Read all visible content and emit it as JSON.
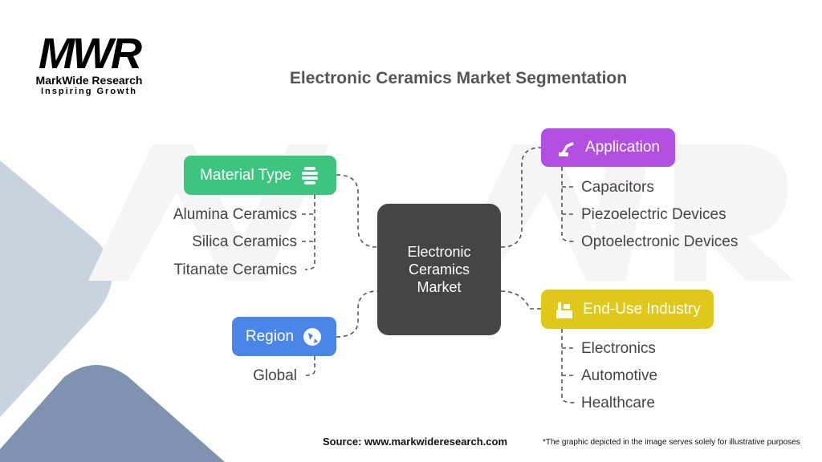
{
  "logo": {
    "mark": "MWR",
    "name": "MarkWide Research",
    "tagline": "Inspiring Growth"
  },
  "title": "Electronic Ceramics Market Segmentation",
  "center": {
    "line1": "Electronic",
    "line2": "Ceramics",
    "line3": "Market"
  },
  "segments": {
    "material": {
      "label": "Material Type",
      "color": "#3dc47e",
      "icon": "layers-icon",
      "items": [
        "Alumina Ceramics",
        "Silica Ceramics",
        "Titanate Ceramics"
      ]
    },
    "region": {
      "label": "Region",
      "color": "#4a86e8",
      "icon": "globe-icon",
      "items": [
        "Global"
      ]
    },
    "application": {
      "label": "Application",
      "color": "#b24fe0",
      "icon": "robot-arm-icon",
      "items": [
        "Capacitors",
        "Piezoelectric Devices",
        "Optoelectronic Devices"
      ]
    },
    "enduse": {
      "label": "End-Use Industry",
      "color": "#e0c81b",
      "icon": "factory-icon",
      "items": [
        "Electronics",
        "Automotive",
        "Healthcare"
      ]
    }
  },
  "footer": {
    "source": "Source: www.markwideresearch.com",
    "disclaimer": "*The graphic depicted in the image serves solely for illustrative purposes"
  }
}
